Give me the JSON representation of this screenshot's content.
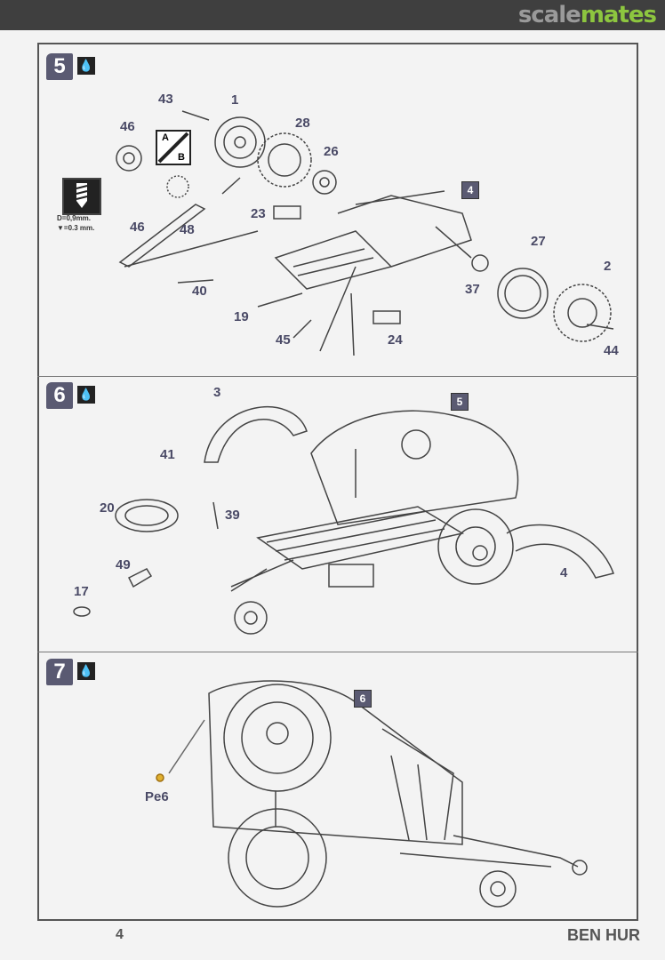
{
  "header": {
    "logo_part1": "scale",
    "logo_part2": "mates"
  },
  "steps": [
    {
      "number": "5",
      "parts": {
        "p43": "43",
        "p1": "1",
        "p28": "28",
        "p26": "26",
        "p46a": "46",
        "p46b": "46",
        "p23": "23",
        "p48": "48",
        "p4": "4",
        "p27": "27",
        "p2": "2",
        "p37": "37",
        "p44": "44",
        "p40": "40",
        "p19": "19",
        "p45": "45",
        "p24": "24"
      },
      "choice": {
        "a": "A",
        "b": "B"
      },
      "drill": {
        "diameter": "D=0,9mm.",
        "depth": "▼=0.3 mm."
      }
    },
    {
      "number": "6",
      "parts": {
        "p3": "3",
        "p5": "5",
        "p41": "41",
        "p20": "20",
        "p39": "39",
        "p49": "49",
        "p17": "17",
        "p4": "4"
      }
    },
    {
      "number": "7",
      "parts": {
        "p6": "6",
        "pe6": "Pe6"
      }
    }
  ],
  "glue_icon": "glue-drop-icon",
  "footer": {
    "page_number": "4",
    "title": "BEN HUR"
  }
}
